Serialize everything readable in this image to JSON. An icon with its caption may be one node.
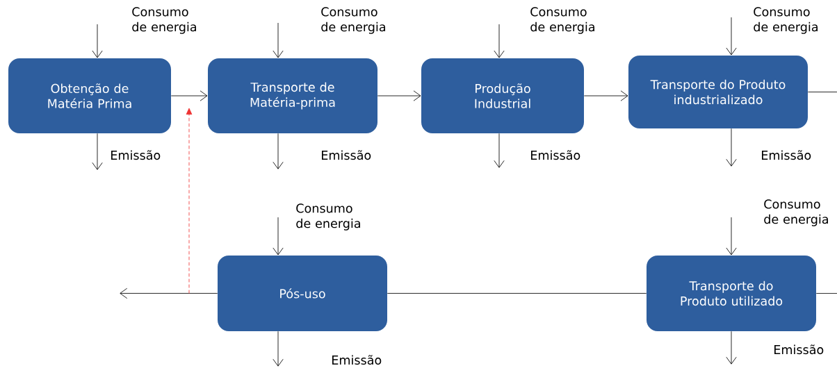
{
  "diagram": {
    "nodes": [
      {
        "text": [
          "Obtenção de Matéria Prima"
        ]
      },
      {
        "text": [
          "Transporte de Matéria-prima"
        ]
      },
      {
        "text": [
          "Produção Industrial"
        ]
      },
      {
        "text": [
          "Transporte do Produto industrializado"
        ]
      },
      {
        "text": [
          "Pós-uso"
        ]
      },
      {
        "text": [
          "Transporte do Produto utilizado"
        ]
      }
    ],
    "edges": [
      {
        "from": 0,
        "to": 1,
        "arrow": "to"
      },
      {
        "from": 1,
        "to": 2,
        "arrow": "to"
      },
      {
        "from": 2,
        "to": 3,
        "arrow": "to"
      },
      {
        "from": 3,
        "to": null,
        "arrow": "none"
      },
      {
        "from": null,
        "to": 5,
        "arrow": "none"
      },
      {
        "from": 5,
        "to": 4,
        "arrow": "none"
      },
      {
        "from": 4,
        "to": null,
        "arrow": "to"
      },
      {
        "from": 4,
        "to": null,
        "arrow": "to",
        "style": "dashed",
        "color": "#ee3333"
      },
      {
        "from": null,
        "to": 0,
        "arrow": "to",
        "label": "Consumo de energia"
      },
      {
        "from": null,
        "to": 1,
        "arrow": "to",
        "label": "Consumo de energia"
      },
      {
        "from": null,
        "to": 2,
        "arrow": "to",
        "label": "Consumo de energia"
      },
      {
        "from": null,
        "to": 3,
        "arrow": "to",
        "label": "Consumo de energia"
      },
      {
        "from": null,
        "to": 4,
        "arrow": "to",
        "label": "Consumo de energia"
      },
      {
        "from": null,
        "to": 5,
        "arrow": "to",
        "label": "Consumo de energia"
      },
      {
        "from": 0,
        "to": null,
        "arrow": "to",
        "label": "Emissão"
      },
      {
        "from": 1,
        "to": null,
        "arrow": "to",
        "label": "Emissão"
      },
      {
        "from": 2,
        "to": null,
        "arrow": "to",
        "label": "Emissão"
      },
      {
        "from": 3,
        "to": null,
        "arrow": "to",
        "label": "Emissão"
      },
      {
        "from": 4,
        "to": null,
        "arrow": "to",
        "label": "Emissão"
      },
      {
        "from": 5,
        "to": null,
        "arrow": "to",
        "label": "Emissão"
      }
    ]
  }
}
